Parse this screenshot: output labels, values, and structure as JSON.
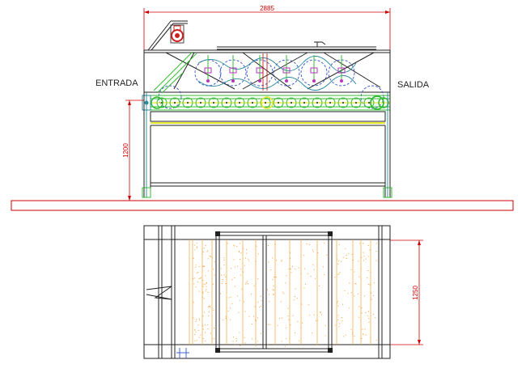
{
  "labels": {
    "entrance": "ENTRADA",
    "exit": "SALIDA"
  },
  "dimensions": {
    "overall_width": "2885",
    "height": "1200",
    "depth": "1250"
  },
  "colors": {
    "outline": "#222222",
    "dimension": "#cc0000",
    "conveyor": "#33bb33",
    "brush": "#3355cc",
    "nozzle": "#bb33bb",
    "frame": "#2a8aa0",
    "panel": "#f0a030",
    "belt_highlight": "#e8e830",
    "motor": "#cc2222"
  },
  "icons": {
    "motor": "motor-icon",
    "entry_arrow": "chevron-arrow-icon"
  }
}
